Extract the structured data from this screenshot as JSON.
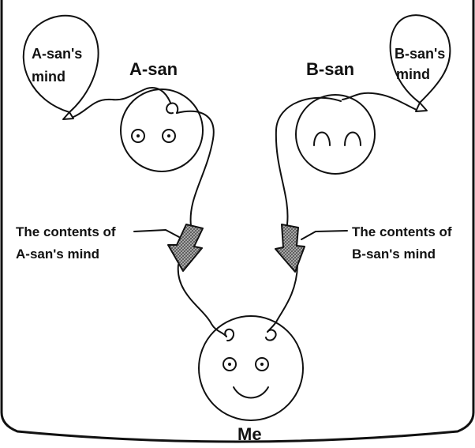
{
  "people": {
    "a": {
      "name": "A-san",
      "balloon_line1": "A-san's",
      "balloon_line2": "mind"
    },
    "b": {
      "name": "B-san",
      "balloon_line1": "B-san's",
      "balloon_line2": "mind"
    },
    "me": {
      "name": "Me"
    }
  },
  "callouts": {
    "a": {
      "line1": "The contents of",
      "line2": "A-san's mind"
    },
    "b": {
      "line1": "The contents of",
      "line2": "B-san's mind"
    }
  },
  "style": {
    "ink": "#111111",
    "arrow_fill": "#9a9a9a"
  }
}
